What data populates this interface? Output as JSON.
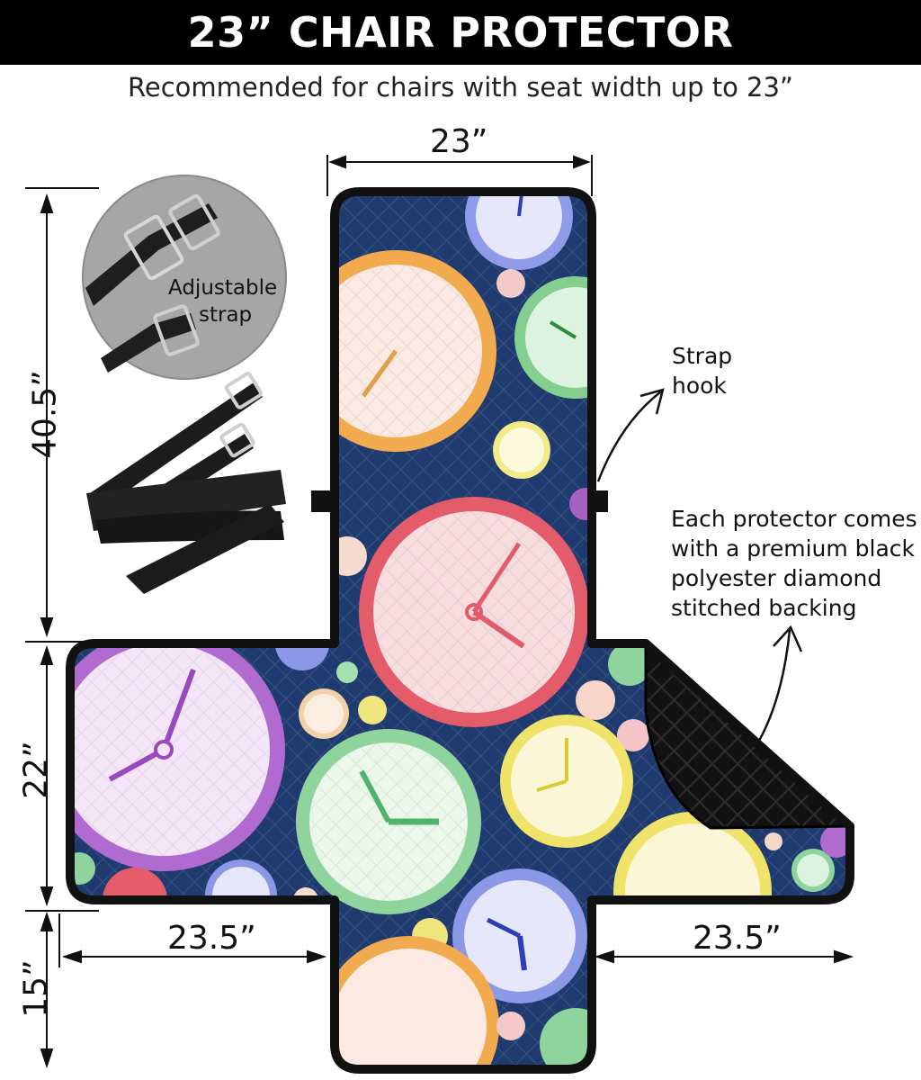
{
  "header": {
    "title": "23” CHAIR PROTECTOR",
    "subtitle": "Recommended for chairs with seat width up to 23”"
  },
  "dimensions": {
    "top_width": "23”",
    "back_height": "40.5”",
    "seat_depth": "22”",
    "front_drop": "15”",
    "left_arm": "23.5”",
    "right_arm": "23.5”"
  },
  "callouts": {
    "strap_label_line1": "Adjustable",
    "strap_label_line2": "strap",
    "hook_line1": "Strap",
    "hook_line2": "hook",
    "backing_lines": [
      "Each protector comes",
      "with a premium black",
      "polyester diamond",
      "stitched backing"
    ]
  },
  "colors": {
    "fabric_background": "#1e3a6e",
    "backing": "#111111",
    "clock_orange": "#f0a64a",
    "clock_green": "#8ed39a",
    "clock_pink": "#e8606e",
    "clock_purple": "#b36ad0",
    "clock_blue": "#7f8fe6",
    "clock_yellow": "#f2e66a"
  }
}
